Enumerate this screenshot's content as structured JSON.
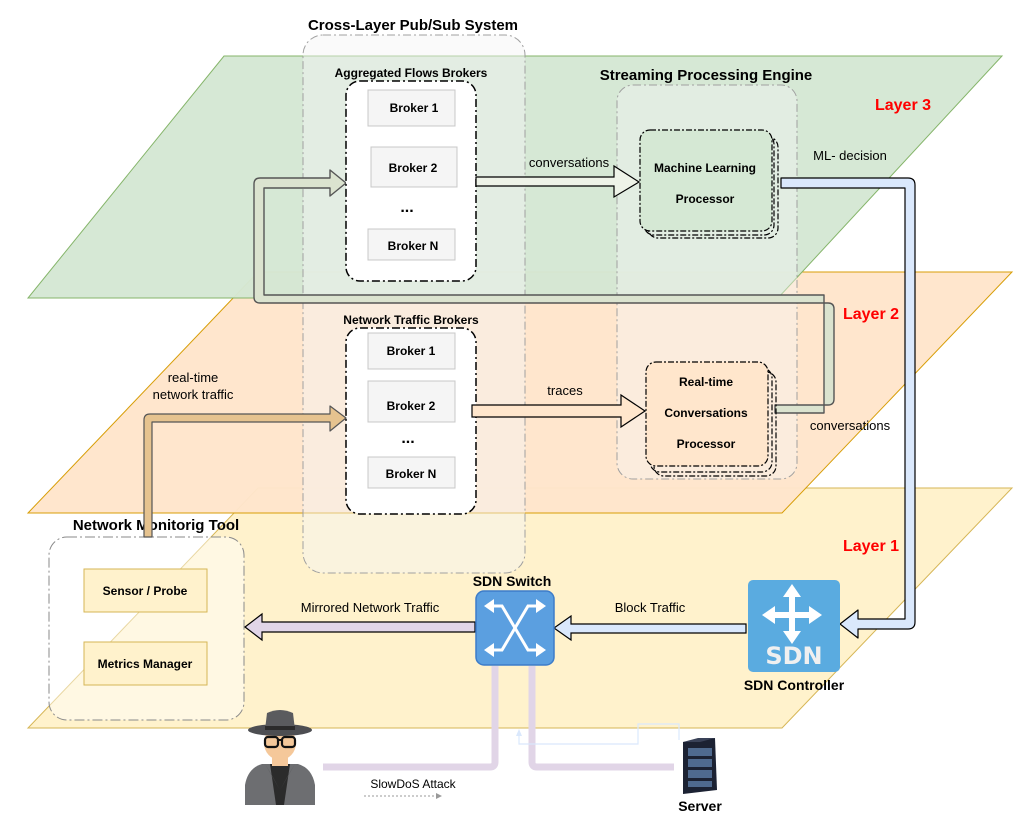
{
  "layers": [
    {
      "id": "layer3",
      "label": "Layer 3",
      "fill": "#d5e8d4",
      "stroke": "#82b366"
    },
    {
      "id": "layer2",
      "label": "Layer 2",
      "fill": "#ffe6cc",
      "stroke": "#d79b00"
    },
    {
      "id": "layer1",
      "label": "Layer 1",
      "fill": "#fff2cc",
      "stroke": "#d6b656"
    }
  ],
  "groups": {
    "pubsub_title": "Cross-Layer Pub/Sub System",
    "engine_title": "Streaming Processing Engine",
    "monitoring_title": "Network Monitorig Tool"
  },
  "aggregated_brokers": {
    "title": "Aggregated Flows Brokers",
    "items": [
      "Broker 1",
      "Broker 2",
      "...",
      "Broker N"
    ]
  },
  "traffic_brokers": {
    "title": "Network Traffic Brokers",
    "items": [
      "Broker 1",
      "Broker 2",
      "...",
      "Broker N"
    ]
  },
  "processors": {
    "ml": [
      "Machine Learning",
      "Processor"
    ],
    "conversations": [
      "Real-time",
      "Conversations",
      "Processor"
    ]
  },
  "monitoring": {
    "sensor": "Sensor / Probe",
    "metrics": "Metrics Manager"
  },
  "devices": {
    "switch": "SDN Switch",
    "controller": "SDN Controller",
    "controller_logo_text": "SDN",
    "server": "Server"
  },
  "edges": {
    "conversations_l3": "conversations",
    "ml_decision": "ML- decision",
    "traces": "traces",
    "conversations_l2": "conversations",
    "realtime_traffic": [
      "real-time",
      "network traffic"
    ],
    "mirrored": "Mirrored Network Traffic",
    "block": "Block Traffic",
    "attack": "SlowDoS Attack"
  },
  "colors": {
    "label_red": "#ff0000",
    "sdn_blue": "#5aabe0",
    "switch_blue": "#5b9fe0",
    "arrow_blue_fill": "#dae8fc",
    "arrow_purple_fill": "#e1d5e7",
    "arrow_tan_fill": "#e6c38f",
    "arrow_green_fill": "#d5e8d4"
  }
}
